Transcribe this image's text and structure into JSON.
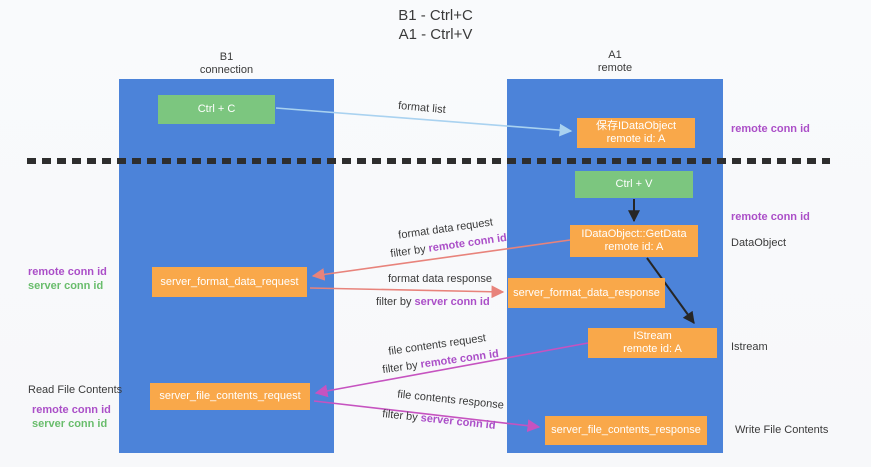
{
  "title": {
    "line1": "B1 - Ctrl+C",
    "line2": "A1 - Ctrl+V"
  },
  "columns": {
    "left": {
      "name": "B1",
      "role": "connection"
    },
    "right": {
      "name": "A1",
      "role": "remote"
    }
  },
  "boxes": {
    "ctrl_c": "Ctrl + C",
    "ctrl_v": "Ctrl + V",
    "save_dataobject": {
      "line1": "保存IDataObject",
      "line2": "remote id: A"
    },
    "getdata": {
      "line1": "IDataObject::GetData",
      "line2": "remote id: A"
    },
    "istream": {
      "line1": "IStream",
      "line2": "remote id: A"
    },
    "server_format_data_request": "server_format_data_request",
    "server_format_data_response": "server_format_data_response",
    "server_file_contents_request": "server_file_contents_request",
    "server_file_contents_response": "server_file_contents_response"
  },
  "arrow_labels": {
    "format_list": "format list",
    "format_data_request": "format data request",
    "format_data_request_filter_prefix": "filter by ",
    "format_data_request_filter_conn": "remote conn id",
    "format_data_response": "format data response",
    "format_data_response_filter_prefix": "filter by ",
    "format_data_response_filter_conn": "server conn id",
    "file_contents_request": "file contents request",
    "file_contents_request_filter_prefix": "filter by ",
    "file_contents_request_filter_conn": "remote conn id",
    "file_contents_response": "file contents response",
    "file_contents_response_filter_prefix": "filter by ",
    "file_contents_response_filter_conn": "server conn id"
  },
  "side_labels": {
    "right_top_remote_conn_id": "remote conn id",
    "right_mid_remote_conn_id": "remote conn id",
    "dataobject": "DataObject",
    "istream": "Istream",
    "write_file_contents": "Write File Contents",
    "left_mid_remote_conn_id": "remote conn id",
    "left_mid_server_conn_id": "server conn id",
    "read_file_contents": "Read File Contents",
    "left_bottom_remote_conn_id": "remote conn id",
    "left_bottom_server_conn_id": "server conn id"
  },
  "colors": {
    "column_blue": "#4c83d9",
    "box_orange": "#f9a84a",
    "box_green": "#7cc67f",
    "arrow_blue": "#a9d2f0",
    "arrow_red": "#e8837b",
    "arrow_magenta": "#c653c0",
    "arrow_black": "#262626",
    "conn_id_purple": "#ab4fc8",
    "conn_id_green": "#69bd6c"
  }
}
